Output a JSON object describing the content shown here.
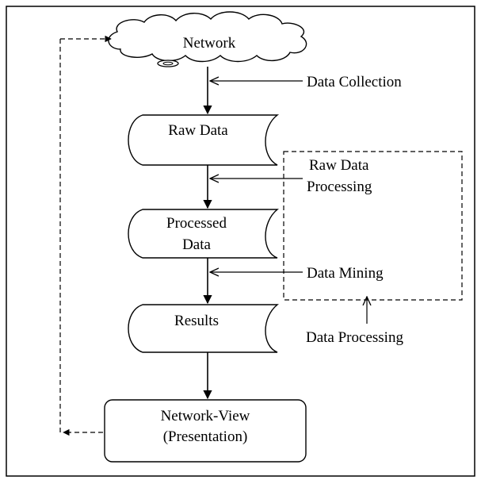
{
  "diagram": {
    "nodes": {
      "network": "Network",
      "raw_data": "Raw Data",
      "processed_data_line1": "Processed",
      "processed_data_line2": "Data",
      "results": "Results",
      "network_view_line1": "Network-View",
      "network_view_line2": "(Presentation)"
    },
    "annotations": {
      "data_collection": "Data Collection",
      "raw_data_processing_line1": "Raw Data",
      "raw_data_processing_line2": "Processing",
      "data_mining": "Data Mining",
      "data_processing": "Data Processing"
    }
  },
  "colors": {
    "line": "#000000",
    "background": "#ffffff"
  }
}
